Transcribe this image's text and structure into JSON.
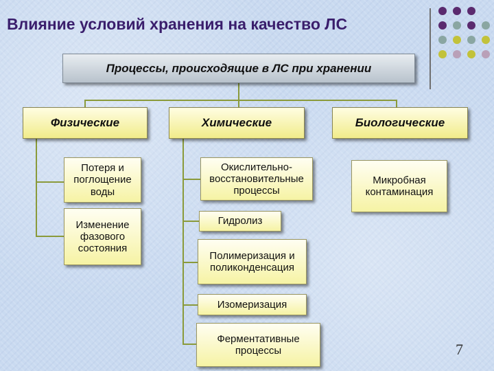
{
  "title": "Влияние условий хранения на качество ЛС",
  "root": "Процессы, происходящие  в ЛС при хранении",
  "categories": [
    {
      "label": "Физические",
      "items": [
        "Потеря и поглощение воды",
        "Изменение фазового состояния"
      ]
    },
    {
      "label": "Химические",
      "items": [
        "Окислительно-восстановительные процессы",
        "Гидролиз",
        "Полимеризация и поликонденсация",
        "Изомеризация",
        "Ферментативные процессы"
      ]
    },
    {
      "label": "Биологические",
      "items": [
        "Микробная контаминация"
      ]
    }
  ],
  "slide_number": "7",
  "colors": {
    "title": "#3a1e6c",
    "dot_purple": "#5a2a6e",
    "dot_teal": "#8aa6a2",
    "dot_olive": "#c2c23a",
    "dot_lilac": "#b9a0b8",
    "connector": "#8a9a3a",
    "category_fill": "#f1ec8a",
    "root_fill": "#c9d2da"
  }
}
